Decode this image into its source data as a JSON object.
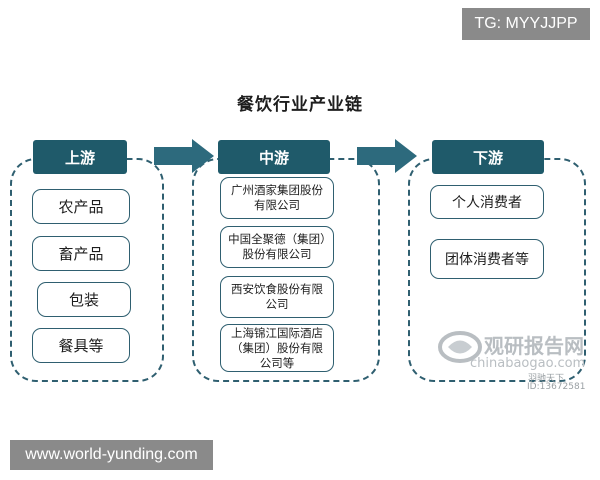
{
  "header_badge": "TG: MYYJJPP",
  "diagram": {
    "title": "餐饮行业产业链",
    "upstream": {
      "label": "上游",
      "items": [
        "农产品",
        "畜产品",
        "包装",
        "餐具等"
      ]
    },
    "midstream": {
      "label": "中游",
      "items": [
        "广州酒家集团股份有限公司",
        "中国全聚德（集团）股份有限公司",
        "西安饮食股份有限公司",
        "上海锦江国际酒店（集团）股份有限公司等"
      ]
    },
    "downstream": {
      "label": "下游",
      "items": [
        "个人消费者",
        "团体消费者等"
      ]
    }
  },
  "watermark": {
    "brand": "观研报告网",
    "url": "chinabaogao.com",
    "stamp_line1": "羽驰天下",
    "stamp_line2": "ID:13672581"
  },
  "footer_badge": "www.world-yunding.com",
  "colors": {
    "header_bg": "#1f5a6a",
    "arrow": "#2d6a7d",
    "border": "#2f5f70",
    "badge_bg": "#8a8a8a"
  }
}
